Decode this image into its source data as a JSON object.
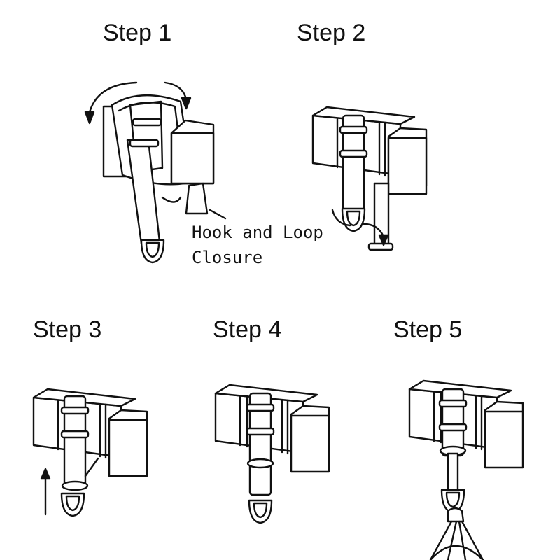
{
  "steps": [
    {
      "title": "Step 1"
    },
    {
      "title": "Step 2"
    },
    {
      "title": "Step 3"
    },
    {
      "title": "Step 4"
    },
    {
      "title": "Step 5"
    }
  ],
  "callout": {
    "line1": "Hook and Loop",
    "line2": "Closure"
  },
  "colors": {
    "ink": "#111111",
    "background": "#ffffff"
  }
}
